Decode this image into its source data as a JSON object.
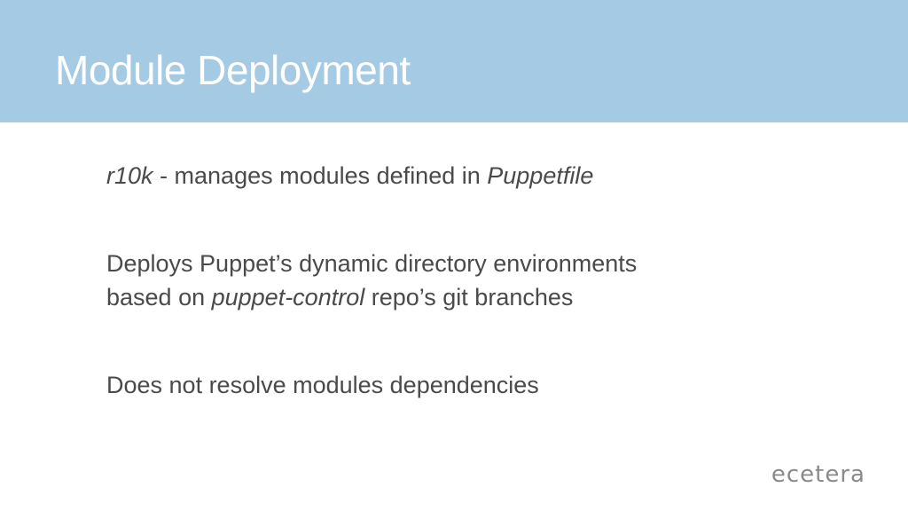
{
  "slide": {
    "title": "Module Deployment",
    "bullets": [
      {
        "line1": {
          "em_pre": "r10k",
          "text": " - manages modules defined in ",
          "em_post": "Puppetfile"
        }
      },
      {
        "line1": {
          "text": "Deploys Puppet’s dynamic directory environments"
        },
        "line2": {
          "text_pre": "based on ",
          "em": "puppet-control",
          "text_post": " repo’s git branches"
        }
      },
      {
        "line1": {
          "text": "Does not resolve modules dependencies"
        }
      }
    ],
    "logo": "ecetera"
  },
  "colors": {
    "header_bg": "#a4cbe3",
    "title_text": "#ffffff",
    "body_text": "#4a4a4a",
    "logo_text": "#8a8a8a",
    "background": "#ffffff"
  }
}
